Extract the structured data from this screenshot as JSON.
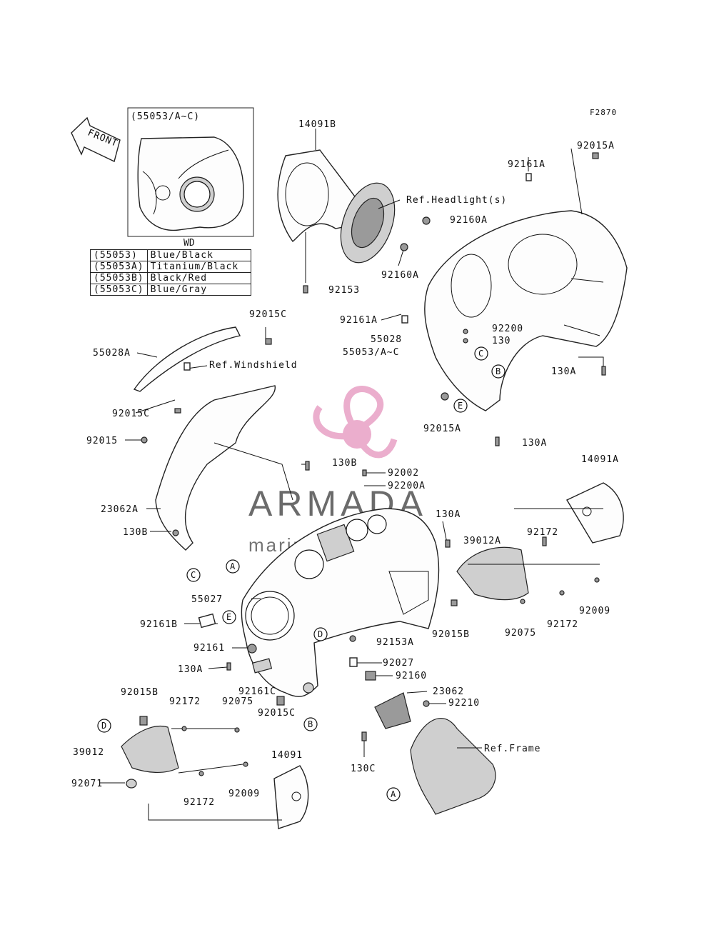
{
  "figure_code": "F2870",
  "front_label": "FRONT",
  "inset": {
    "title": "(55053/A~C)"
  },
  "color_table": {
    "title": "WD",
    "rows": [
      {
        "code": "(55053)",
        "color": "Blue/Black"
      },
      {
        "code": "(55053A)",
        "color": "Titanium/Black"
      },
      {
        "code": "(55053B)",
        "color": "Black/Red"
      },
      {
        "code": "(55053C)",
        "color": "Blue/Gray"
      }
    ]
  },
  "watermark": {
    "name": "ARMADA",
    "subtitle": "marine outboards",
    "accent": "#e9a6c8"
  },
  "labels": [
    {
      "id": "l1",
      "text": "14091B"
    },
    {
      "id": "l2",
      "text": "92015A"
    },
    {
      "id": "l3",
      "text": "92161A"
    },
    {
      "id": "l4",
      "text": "Ref.Headlight(s)"
    },
    {
      "id": "l5",
      "text": "92160A"
    },
    {
      "id": "l6",
      "text": "92160A"
    },
    {
      "id": "l7",
      "text": "92153"
    },
    {
      "id": "l8",
      "text": "92161A"
    },
    {
      "id": "l9",
      "text": "92200"
    },
    {
      "id": "l10",
      "text": "130"
    },
    {
      "id": "l11",
      "text": "55028"
    },
    {
      "id": "l12",
      "text": "55053/A~C"
    },
    {
      "id": "l13",
      "text": "130A"
    },
    {
      "id": "l14",
      "text": "92015C"
    },
    {
      "id": "l15",
      "text": "55028A"
    },
    {
      "id": "l16",
      "text": "Ref.Windshield"
    },
    {
      "id": "l17",
      "text": "92015C"
    },
    {
      "id": "l18",
      "text": "92015"
    },
    {
      "id": "l19",
      "text": "92015A"
    },
    {
      "id": "l20",
      "text": "130A"
    },
    {
      "id": "l21",
      "text": "130B"
    },
    {
      "id": "l22",
      "text": "92002"
    },
    {
      "id": "l23",
      "text": "92200A"
    },
    {
      "id": "l24",
      "text": "14091A"
    },
    {
      "id": "l25",
      "text": "23062A"
    },
    {
      "id": "l26",
      "text": "130A"
    },
    {
      "id": "l27",
      "text": "39012A"
    },
    {
      "id": "l28",
      "text": "92172"
    },
    {
      "id": "l29",
      "text": "130B"
    },
    {
      "id": "l30",
      "text": "55027"
    },
    {
      "id": "l31",
      "text": "92009"
    },
    {
      "id": "l32",
      "text": "92161B"
    },
    {
      "id": "l33",
      "text": "92015B"
    },
    {
      "id": "l34",
      "text": "92075"
    },
    {
      "id": "l35",
      "text": "92172"
    },
    {
      "id": "l36",
      "text": "92153A"
    },
    {
      "id": "l37",
      "text": "92161"
    },
    {
      "id": "l38",
      "text": "130A"
    },
    {
      "id": "l39",
      "text": "92027"
    },
    {
      "id": "l40",
      "text": "92160"
    },
    {
      "id": "l41",
      "text": "92161C"
    },
    {
      "id": "l42",
      "text": "23062"
    },
    {
      "id": "l43",
      "text": "92015B"
    },
    {
      "id": "l44",
      "text": "92172"
    },
    {
      "id": "l45",
      "text": "92075"
    },
    {
      "id": "l46",
      "text": "92210"
    },
    {
      "id": "l47",
      "text": "92015C"
    },
    {
      "id": "l48",
      "text": "Ref.Frame"
    },
    {
      "id": "l49",
      "text": "39012"
    },
    {
      "id": "l50",
      "text": "14091"
    },
    {
      "id": "l51",
      "text": "130C"
    },
    {
      "id": "l52",
      "text": "92071"
    },
    {
      "id": "l53",
      "text": "92172"
    },
    {
      "id": "l54",
      "text": "92009"
    }
  ],
  "callouts": {
    "a": "A",
    "b": "B",
    "c": "C",
    "d": "D",
    "e": "E"
  }
}
